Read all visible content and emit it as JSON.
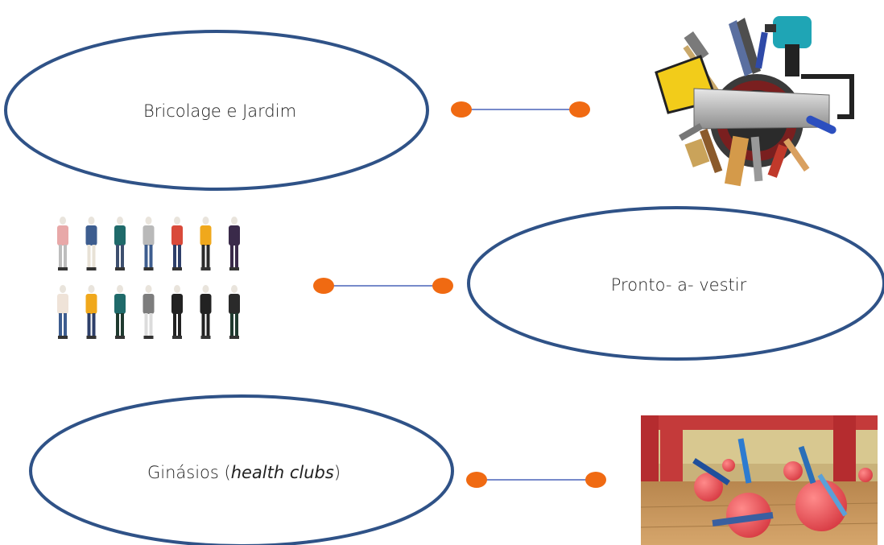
{
  "diagram": {
    "rows": [
      {
        "id": "bricolage",
        "label": "Bricolage e Jardim",
        "image_icon": "tools-collage-icon"
      },
      {
        "id": "pronto",
        "label": "Pronto- a- vestir",
        "image_icon": "clothing-mannequins-icon"
      },
      {
        "id": "ginasios",
        "label_main": "Ginásios (",
        "label_italic": "health clubs",
        "label_end": ")",
        "image_icon": "gym-fitness-balls-photo"
      }
    ],
    "colors": {
      "ellipse_stroke": "#2F5287",
      "connector_dot": "#F06A12",
      "connector_line": "#4A63B8"
    }
  }
}
